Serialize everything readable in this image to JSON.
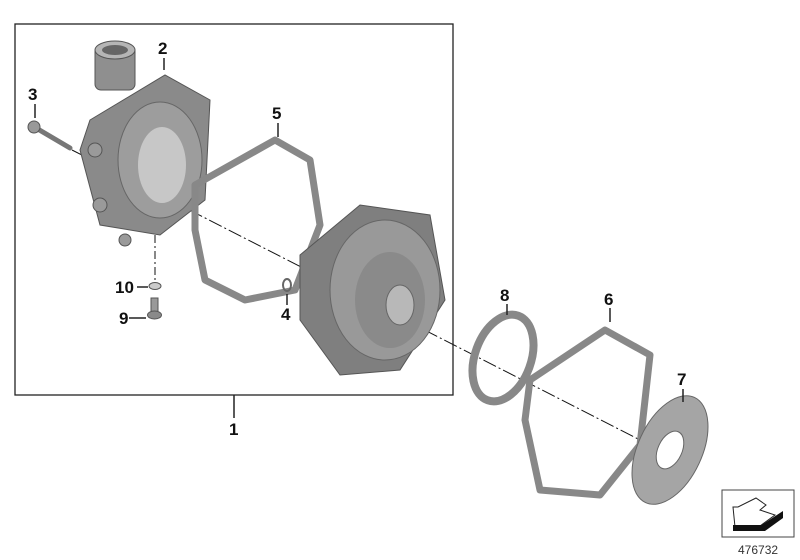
{
  "diagram": {
    "type": "exploded-parts-diagram",
    "subject": "water pump assembly",
    "callouts": [
      {
        "id": "1",
        "label": "1"
      },
      {
        "id": "2",
        "label": "2"
      },
      {
        "id": "3",
        "label": "3"
      },
      {
        "id": "4",
        "label": "4"
      },
      {
        "id": "5",
        "label": "5"
      },
      {
        "id": "6",
        "label": "6"
      },
      {
        "id": "7",
        "label": "7"
      },
      {
        "id": "8",
        "label": "8"
      },
      {
        "id": "9",
        "label": "9"
      },
      {
        "id": "10",
        "label": "10"
      }
    ],
    "reference_number": "476732",
    "orientation_icon": "direction-arrow-icon"
  }
}
